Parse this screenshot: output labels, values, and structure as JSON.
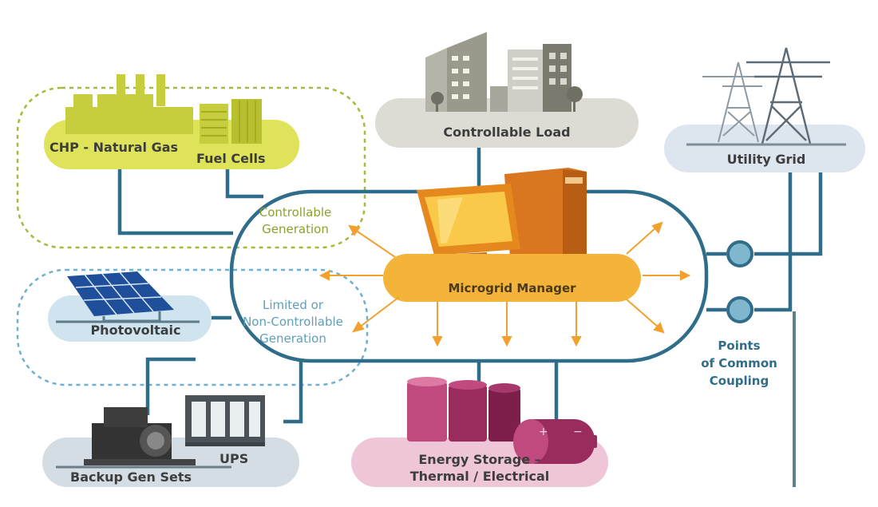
{
  "nodes": {
    "chp": "CHP - Natural Gas",
    "fuel_cells": "Fuel Cells",
    "controllable_load": "Controllable Load",
    "utility_grid": "Utility Grid",
    "microgrid_manager": "Microgrid Manager",
    "photovoltaic": "Photovoltaic",
    "backup_gen_sets": "Backup Gen Sets",
    "ups": "UPS",
    "energy_storage_line1": "Energy Storage –",
    "energy_storage_line2": "Thermal / Electrical"
  },
  "groups": {
    "controllable_generation_line1": "Controllable",
    "controllable_generation_line2": "Generation",
    "limited_line1": "Limited or",
    "limited_line2": "Non-Controllable",
    "limited_line3": "Generation"
  },
  "pcc": {
    "line1": "Points",
    "line2": "of Common",
    "line3": "Coupling"
  },
  "colors": {
    "bus_line": "#2f6d8a",
    "chp_yellow": "#dfe35a",
    "building_gray": "#9a9a8c",
    "load_band": "#dcdcd4",
    "grid_band": "#dde6ee",
    "pv_band": "#cfe4ee",
    "backup_band": "#d3dde3",
    "storage_band": "#efc6d8",
    "manager_orange": "#f4b43a",
    "arrow_orange": "#f2a12e",
    "magenta": "#b5386e"
  }
}
